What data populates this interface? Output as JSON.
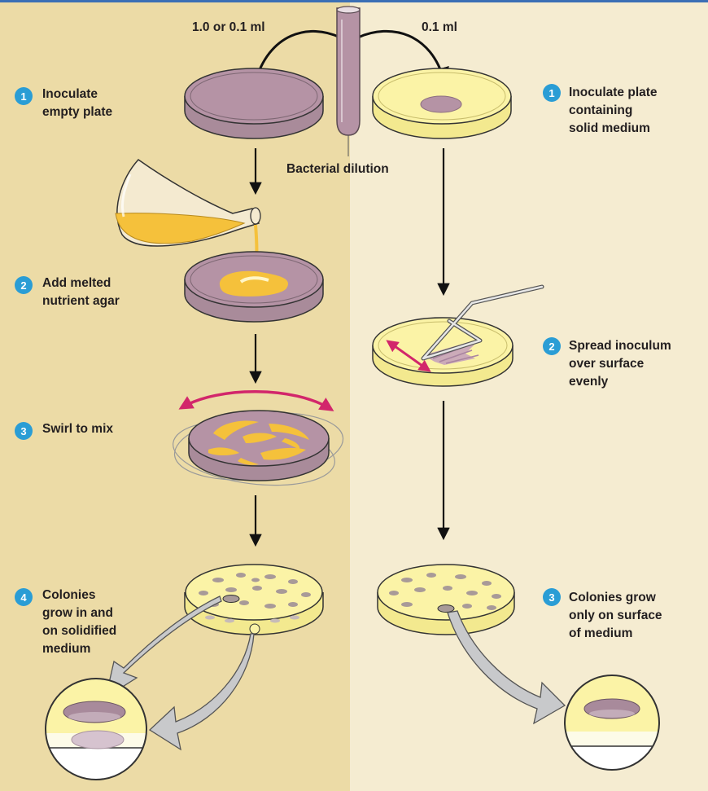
{
  "volumes": {
    "left": "1.0 or 0.1 ml",
    "right": "0.1 ml"
  },
  "tube_label": "Bacterial dilution",
  "pour_plate_steps": [
    {
      "number": "1",
      "lines": [
        "Inoculate",
        "empty plate"
      ]
    },
    {
      "number": "2",
      "lines": [
        "Add melted",
        "nutrient agar"
      ]
    },
    {
      "number": "3",
      "lines": [
        "Swirl to mix"
      ]
    },
    {
      "number": "4",
      "lines": [
        "Colonies",
        "grow in and",
        "on solidified",
        "medium"
      ]
    }
  ],
  "spread_plate_steps": [
    {
      "number": "1",
      "lines": [
        "Inoculate plate",
        "containing",
        "solid medium"
      ]
    },
    {
      "number": "2",
      "lines": [
        "Spread inoculum",
        "over surface",
        "evenly"
      ]
    },
    {
      "number": "3",
      "lines": [
        "Colonies grow",
        "only on surface",
        "of medium"
      ]
    }
  ],
  "colors": {
    "left_panel": "#ecdba6",
    "right_panel": "#f5ecd1",
    "inoculum_purple": "#b593a5",
    "agar_yellow": "#fbf3a6",
    "nutrient_gold": "#f5c13b",
    "step_badge": "#2a9dd5",
    "swirl_arrow": "#d2266b",
    "magnifier_arrow": "#c8c9cb"
  }
}
